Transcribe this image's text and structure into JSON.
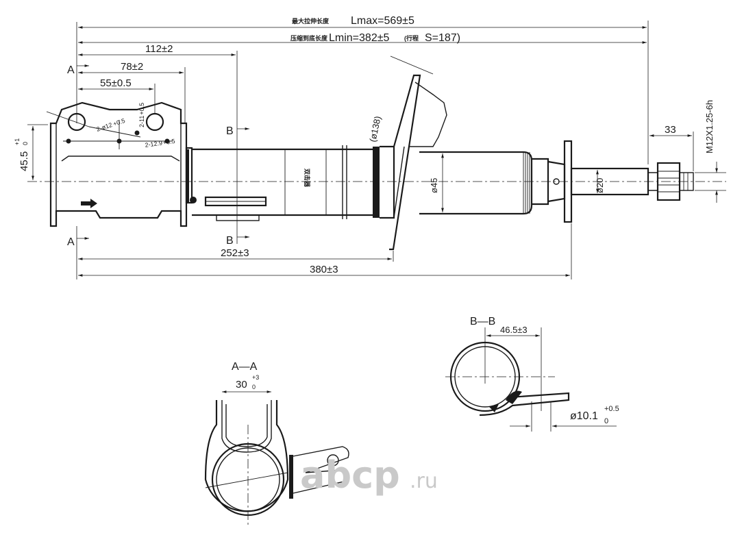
{
  "overall": {
    "lmax_prefix": "最大拉伸长度",
    "lmax_label": "Lmax=569±5",
    "lmin_prefix": "压缩到底长度",
    "lmin_label": "Lmin=382±5",
    "stroke_prefix": "(行程",
    "stroke_label": "S=187)"
  },
  "dims": {
    "d112": "112±2",
    "d78": "78±2",
    "d55": "55±0.5",
    "d45_5": "45.5",
    "d45_5_tol_up": "+1",
    "d45_5_tol_low": "0",
    "d252": "252±3",
    "d380": "380±3",
    "d33": "33",
    "thread": "M12X1.25-6h",
    "dia138": "(ø138)",
    "dia45": "ø45",
    "dia20": "ø20",
    "holes_a": "2-ø12",
    "holes_a_tol": "+0.5",
    "holes_b": "2-12.9",
    "holes_b_tol": "+0.5",
    "holes_c": "2-11",
    "holes_c_tol": "+0.5"
  },
  "section_marks": {
    "a_top": "A",
    "a_bottom": "A",
    "b_top": "B",
    "b_bottom": "B"
  },
  "vertical_stamp": "双击器",
  "section_aa": {
    "title": "A—A",
    "angle": "30",
    "angle_tol_up": "+3",
    "angle_tol_low": "0"
  },
  "section_bb": {
    "title": "B—B",
    "offset": "46.5±3",
    "dia": "ø10.1",
    "dia_tol_up": "+0.5",
    "dia_tol_low": "0"
  },
  "watermark": {
    "brand": "abcp",
    "tld": ".ru"
  }
}
